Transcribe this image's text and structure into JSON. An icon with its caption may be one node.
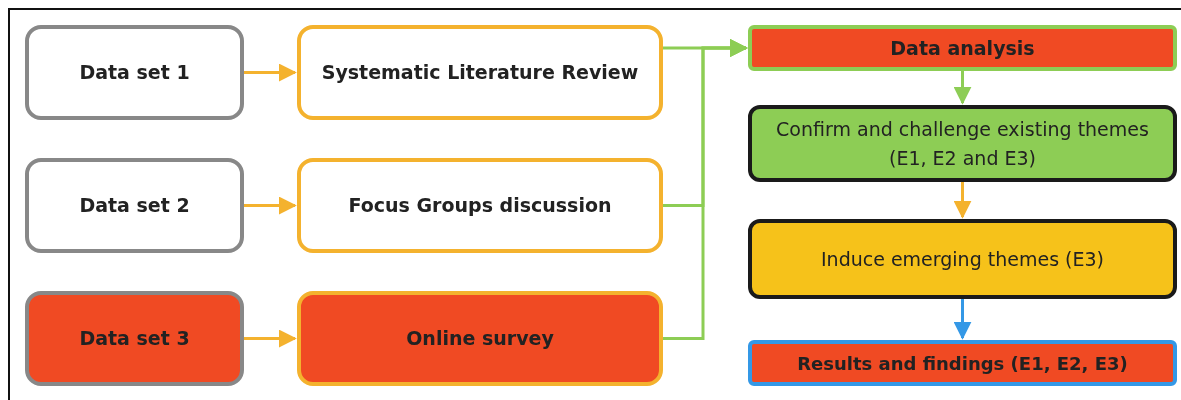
{
  "diagram": {
    "nodes": [
      {
        "text": [
          "Data set 1"
        ]
      },
      {
        "text": [
          "Data set 2"
        ]
      },
      {
        "text": [
          "Data set 3"
        ]
      },
      {
        "text": [
          "Systematic Literature Review"
        ]
      },
      {
        "text": [
          "Focus Groups discussion"
        ]
      },
      {
        "text": [
          "Online survey"
        ]
      },
      {
        "text": [
          "Data analysis"
        ]
      },
      {
        "text": [
          "Confirm and challenge existing themes (E1, E2 and E3)"
        ]
      },
      {
        "text": [
          "Induce emerging themes (E3)"
        ]
      },
      {
        "text": [
          "Results and findings (E1, E2, E3)"
        ]
      }
    ],
    "edges": [
      {
        "from": 0,
        "to": 3,
        "arrow": "to",
        "color": "#f4b22e"
      },
      {
        "from": 1,
        "to": 4,
        "arrow": "to",
        "color": "#f4b22e"
      },
      {
        "from": 2,
        "to": 5,
        "arrow": "to",
        "color": "#f4b22e"
      },
      {
        "from": 3,
        "to": 6,
        "arrow": "to",
        "color": "#8dcd55"
      },
      {
        "from": 4,
        "to": 6,
        "arrow": "to",
        "color": "#8dcd55"
      },
      {
        "from": 5,
        "to": 6,
        "arrow": "to",
        "color": "#8dcd55"
      },
      {
        "from": 6,
        "to": 7,
        "arrow": "to",
        "color": "#8dcd55"
      },
      {
        "from": 7,
        "to": 8,
        "arrow": "to",
        "color": "#f4b22e"
      },
      {
        "from": 8,
        "to": 9,
        "arrow": "to",
        "color": "#3498e6"
      }
    ]
  }
}
